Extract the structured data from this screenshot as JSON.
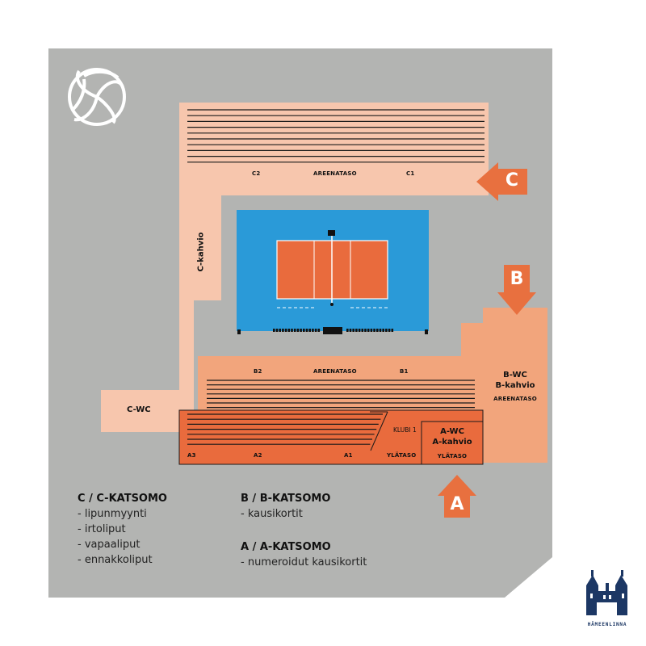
{
  "areas": {
    "c_stand": {
      "row_labels": [
        "C2",
        "AREENATASO",
        "C1"
      ],
      "side_label": "C-kahvio"
    },
    "c_wc": "C-WC",
    "b_stand": {
      "row_labels": [
        "B2",
        "AREENATASO",
        "B1"
      ]
    },
    "a_stand": {
      "row_labels": [
        "A3",
        "A2",
        "A1",
        "YLÄTASO"
      ],
      "klubi": "KLUBI 1"
    },
    "a_box": {
      "line1": "A-WC",
      "line2": "A-kahvio",
      "level": "YLÄTASO"
    },
    "b_box": {
      "line1": "B-WC",
      "line2": "B-kahvio",
      "level": "AREENATASO"
    }
  },
  "entrances": {
    "a": "A",
    "b": "B",
    "c": "C"
  },
  "legend": {
    "c": {
      "title": "C / C-KATSOMO",
      "items": [
        "lipunmyynti",
        "irtoliput",
        "vapaaliput",
        "ennakkoliput"
      ]
    },
    "b": {
      "title": "B / B-KATSOMO",
      "items": [
        "kausikortit"
      ]
    },
    "a": {
      "title": "A / A-KATSOMO",
      "items": [
        "numeroidut kausikortit"
      ]
    }
  },
  "logo": {
    "text": "HÄMEENLINNA"
  },
  "colors": {
    "background": "#b3b4b2",
    "c_stand": "#f7c6ad",
    "b_stand": "#f2a57c",
    "a_stand": "#e96b3d",
    "arrow": "#e8703f",
    "court_outer": "#2a9ad8",
    "court_inner": "#e96b3d",
    "logo_navy": "#1c3764"
  }
}
